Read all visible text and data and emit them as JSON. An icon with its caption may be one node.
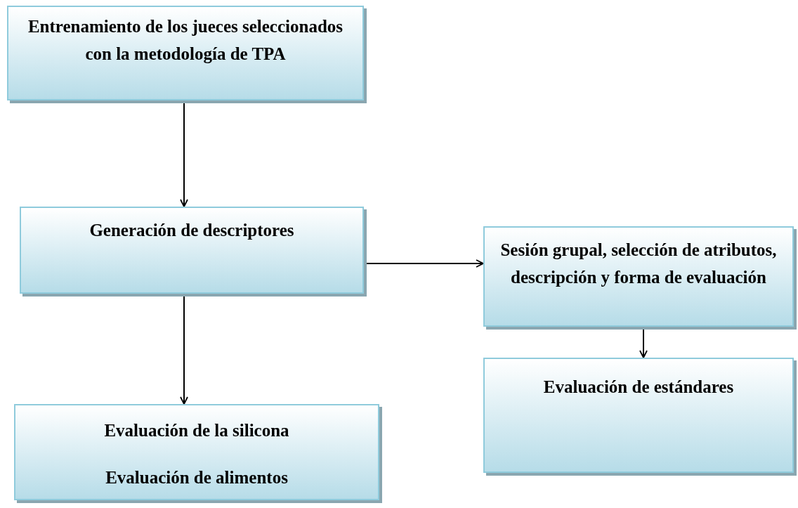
{
  "diagram": {
    "nodes": [
      {
        "text": [
          "Entrenamiento de los jueces seleccionados con la metodología de TPA"
        ]
      },
      {
        "text": [
          "Generación de descriptores"
        ]
      },
      {
        "text": [
          "Sesión grupal, selección de atributos, descripción y forma de evaluación"
        ]
      },
      {
        "text": [
          "Evaluación de estándares"
        ]
      },
      {
        "text": [
          "Evaluación de la silicona",
          "Evaluación de alimentos"
        ]
      }
    ],
    "edges": [
      {
        "from": 0,
        "to": 1,
        "arrow": "to"
      },
      {
        "from": 1,
        "to": 2,
        "arrow": "to"
      },
      {
        "from": 2,
        "to": 3,
        "arrow": "to"
      },
      {
        "from": 1,
        "to": 4,
        "arrow": "to"
      }
    ]
  }
}
